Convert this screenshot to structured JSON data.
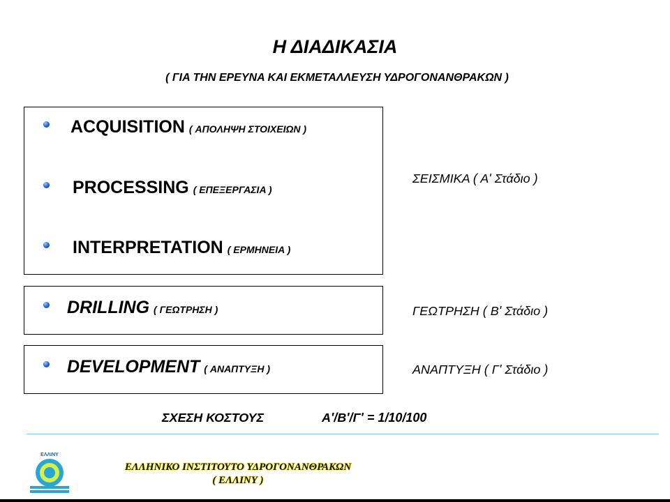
{
  "title": "Η ΔΙΑΔΙΚΑΣΙΑ",
  "subtitle": "( ΓΙΑ ΤΗΝ ΕΡΕΥΝΑ ΚΑΙ ΕΚΜΕΤΑΛΛΕΥΣΗ  ΥΔΡΟΓΟΝΑΝΘΡΑΚΩΝ )",
  "seismic_box": {
    "items": [
      {
        "term": "ACQUISITION",
        "greek": "( ΑΠΟΛΗΨΗ ΣΤΟΙΧΕΙΩΝ )"
      },
      {
        "term": "PROCESSING",
        "greek": "( ΕΠΕΞΕΡΓΑΣΙΑ )"
      },
      {
        "term": "INTERPRETATION",
        "greek": "( ΕΡΜΗΝΕΙΑ )"
      }
    ],
    "stage": "ΣΕΙΣΜΙΚΑ ( Α' Στάδιο )"
  },
  "drilling_box": {
    "term": "DRILLING",
    "greek": "( ΓΕΩΤΡΗΣΗ )",
    "stage": "ΓΕΩΤΡΗΣΗ ( Β' Στάδιο )"
  },
  "development_box": {
    "term": "DEVELOPMENT",
    "greek": "( ΑΝΑΠΤΥΞΗ )",
    "stage": "ΑΝΑΠΤΥΞΗ ( Γ' Στάδιο )"
  },
  "cost": {
    "label": "ΣΧΕΣΗ ΚΟΣΤΟΥΣ",
    "value": "Α'/Β'/Γ' = 1/10/100"
  },
  "footer": {
    "logo_text": "ΕΛΛΙΝΥ",
    "institute": "ΕΛΛΗΝΙΚΟ ΙΝΣΤΙΤΟΥΤΟ ΥΔΡΟΓΟΝΑΝΘΡΑΚΩΝ",
    "acronym": "( ΕΛΛΙΝΥ )"
  },
  "colors": {
    "bullet": "#2f6fd6",
    "divider": "#7fc7e6",
    "footer_glow": "#f2e600",
    "logo_ring": "#2aa6d6"
  }
}
